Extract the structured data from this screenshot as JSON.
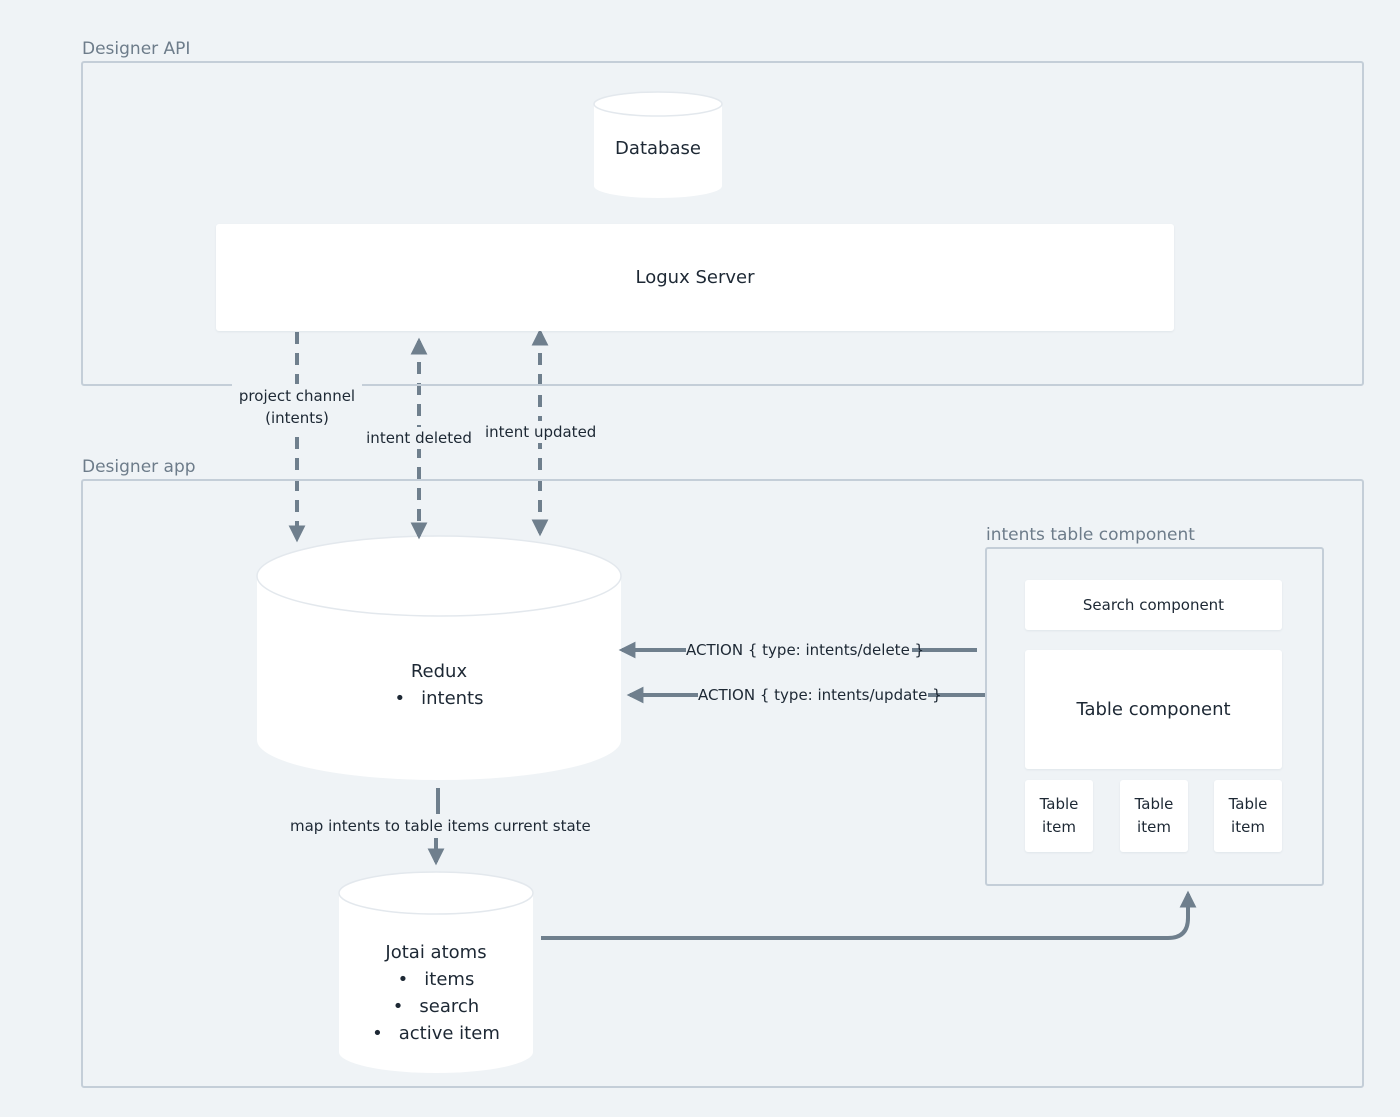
{
  "groups": {
    "api": {
      "label": "Designer API"
    },
    "app": {
      "label": "Designer app"
    },
    "table_component": {
      "label": "intents table component"
    }
  },
  "nodes": {
    "database": {
      "label": "Database"
    },
    "logux_server": {
      "label": "Logux Server"
    },
    "redux": {
      "title": "Redux",
      "items": [
        "intents"
      ]
    },
    "jotai": {
      "title": "Jotai atoms",
      "items": [
        "items",
        "search",
        "active item"
      ]
    },
    "search_component": {
      "label": "Search component"
    },
    "table_component": {
      "label": "Table component"
    },
    "table_items": [
      {
        "label": "Table\nitem"
      },
      {
        "label": "Table\nitem"
      },
      {
        "label": "Table\nitem"
      }
    ]
  },
  "edges": {
    "project_channel": {
      "label": "project channel\n(intents)"
    },
    "intent_deleted": {
      "label": "intent deleted"
    },
    "intent_updated": {
      "label": "intent updated"
    },
    "action_delete": {
      "label": "ACTION { type: intents/delete }"
    },
    "action_update": {
      "label": "ACTION { type: intents/update }"
    },
    "map_intents": {
      "label": "map intents to table items current state"
    }
  },
  "colors": {
    "background": "#eff3f6",
    "group_border": "#c4ced8",
    "arrow": "#6f7f8d",
    "node_fill": "#ffffff"
  }
}
